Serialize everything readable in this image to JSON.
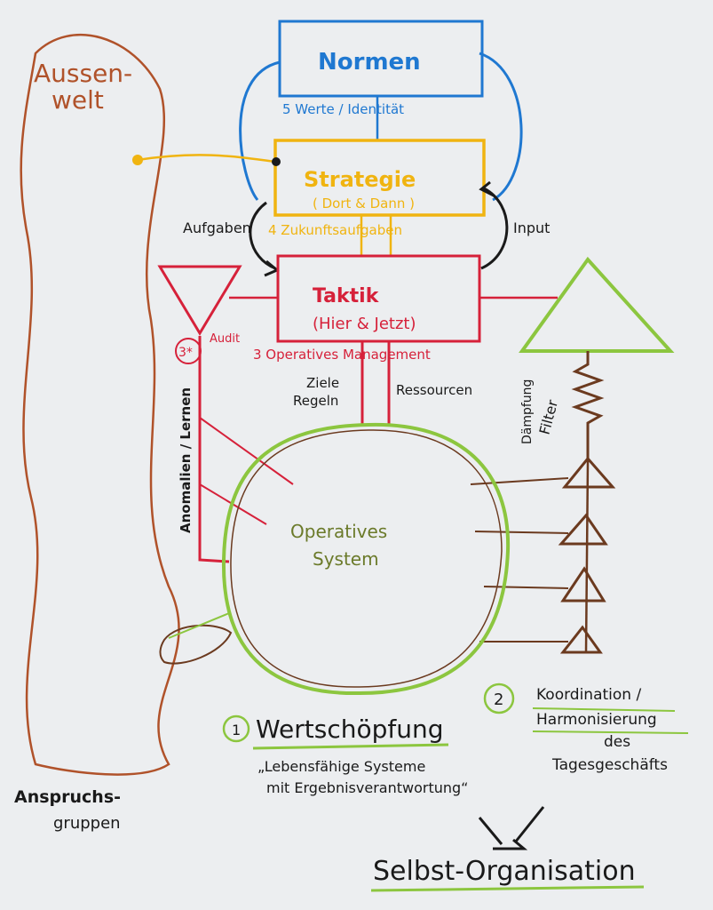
{
  "aussenwelt": {
    "line1": "Aussen-",
    "line2": "welt",
    "bottom_line1": "Anspruchs-",
    "bottom_line2": "gruppen"
  },
  "normen": {
    "title": "Normen",
    "sub": "5 Werte / Identität"
  },
  "strategie": {
    "title": "Strategie",
    "paren": "( Dort & Dann )",
    "sub": "4 Zukunftsaufgaben"
  },
  "taktik": {
    "title": "Taktik",
    "paren": "(Hier & Jetzt)",
    "sub": "3 Operatives Management"
  },
  "side_labels": {
    "aufgaben": "Aufgaben",
    "input": "Input",
    "audit": "Audit",
    "audit_num": "3*"
  },
  "flows": {
    "ziele": "Ziele",
    "regeln": "Regeln",
    "ressourcen": "Ressourcen"
  },
  "vertical": {
    "anomalien": "Anomalien / Lernen",
    "daempfung": "Dämpfung",
    "filter": "Filter"
  },
  "operatives_system": {
    "line1": "Operatives",
    "line2": "System"
  },
  "wertschoepfung": {
    "num": "1",
    "title": "Wertschöpfung",
    "line1": "„Lebensfähige Systeme",
    "line2": "mit Ergebnisverantwortung“"
  },
  "koordination": {
    "num": "2",
    "line1": "Koordination /",
    "line2": "Harmonisierung",
    "line3": "des",
    "line4": "Tagesgeschäfts"
  },
  "footer": {
    "selbst": "Selbst-Organisation"
  },
  "colors": {
    "blue": "#1f78d1",
    "yellow": "#f0b411",
    "red": "#d6213a",
    "brown": "#b0522a",
    "green": "#8cc63f",
    "darkbrown": "#6b3a1f",
    "black": "#1a1a1a"
  }
}
